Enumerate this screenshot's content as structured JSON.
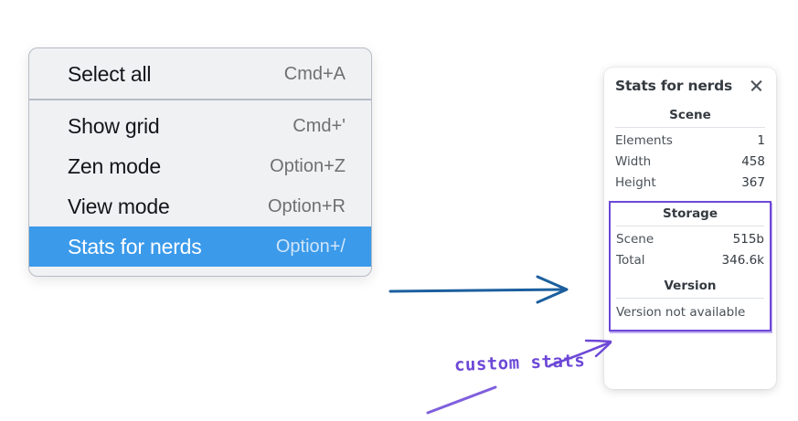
{
  "menu": {
    "groups": [
      {
        "items": [
          {
            "label": "Select all",
            "shortcut": "Cmd+A",
            "selected": false
          }
        ]
      },
      {
        "items": [
          {
            "label": "Show grid",
            "shortcut": "Cmd+'",
            "selected": false
          },
          {
            "label": "Zen mode",
            "shortcut": "Option+Z",
            "selected": false
          },
          {
            "label": "View mode",
            "shortcut": "Option+R",
            "selected": false
          },
          {
            "label": "Stats for nerds",
            "shortcut": "Option+/",
            "selected": true
          }
        ]
      }
    ],
    "highlight_color": "#3b9aea"
  },
  "stats_panel": {
    "title": "Stats for nerds",
    "close_icon": "close-icon",
    "scene": {
      "heading": "Scene",
      "rows": [
        {
          "label": "Elements",
          "value": "1"
        },
        {
          "label": "Width",
          "value": "458"
        },
        {
          "label": "Height",
          "value": "367"
        }
      ]
    },
    "storage": {
      "heading": "Storage",
      "rows": [
        {
          "label": "Scene",
          "value": "515b"
        },
        {
          "label": "Total",
          "value": "346.6k"
        }
      ]
    },
    "version": {
      "heading": "Version",
      "text": "Version not available"
    }
  },
  "annotations": {
    "handwritten_label": "custom stats",
    "blue_arrow_color": "#1c5f9e",
    "purple_color": "#6d48d7"
  }
}
